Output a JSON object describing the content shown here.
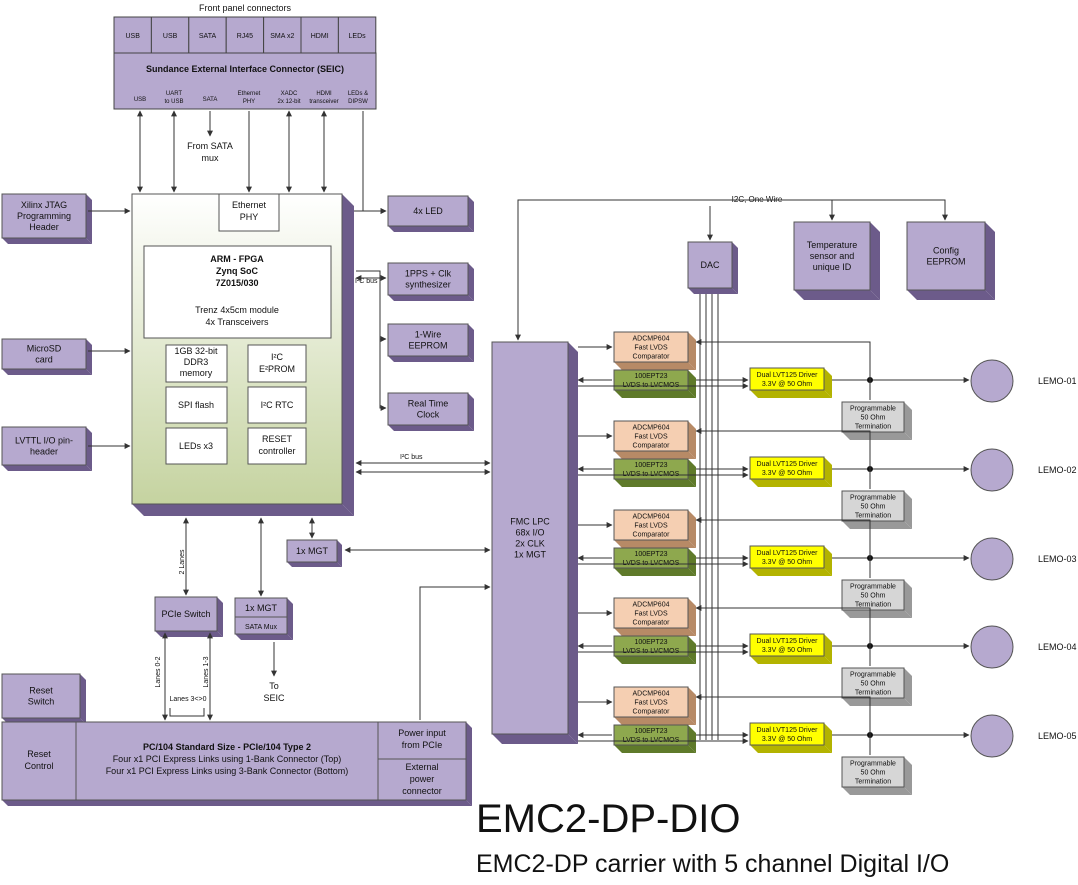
{
  "front_panel": {
    "title": "Front panel connectors",
    "connectors": [
      "USB",
      "USB",
      "SATA",
      "RJ45",
      "SMA x2",
      "HDMI",
      "LEDs"
    ]
  },
  "seic": {
    "title": "Sundance External Interface Connector (SEIC)",
    "labels": [
      [
        "USB"
      ],
      [
        "UART",
        "to USB"
      ],
      [
        "SATA"
      ],
      [
        "Ethernet",
        "PHY"
      ],
      [
        "XADC",
        "2x 12-bit"
      ],
      [
        "HDMI",
        "transceiver"
      ],
      [
        "LEDs &",
        "DIPSW"
      ]
    ],
    "from_sata": [
      "From SATA",
      "mux"
    ]
  },
  "left_blocks": [
    [
      "Xilinx JTAG",
      "Programming",
      "Header"
    ],
    [
      "MicroSD",
      "card"
    ],
    [
      "LVTTL I/O pin-",
      "header"
    ]
  ],
  "fpga": {
    "ethernet_phy": [
      "Ethernet",
      "PHY"
    ],
    "main": [
      "ARM - FPGA",
      "Zynq SoC",
      "7Z015/030"
    ],
    "module": [
      "Trenz 4x5cm module",
      "4x Transceivers"
    ],
    "ddr": [
      "1GB 32-bit",
      "DDR3",
      "memory"
    ],
    "eeprom": [
      "I²C",
      "E²PROM"
    ],
    "spi": "SPI flash",
    "rtc": "I²C RTC",
    "leds": "LEDs x3",
    "reset": [
      "RESET",
      "controller"
    ]
  },
  "right_blocks": {
    "led": "4x LED",
    "pps": [
      "1PPS + Clk",
      "synthesizer"
    ],
    "onewire": [
      "1-Wire",
      "EEPROM"
    ],
    "rtc": [
      "Real Time",
      "Clock"
    ],
    "i2c_bus": "I²C bus"
  },
  "mgt1": "1x MGT",
  "pcie_switch": "PCIe Switch",
  "mgt2": {
    "title": "1x MGT",
    "sub": "SATA Mux"
  },
  "to_seic": [
    "To",
    "SEIC"
  ],
  "lanes": {
    "two": "2 Lanes",
    "a": "Lanes 0-2",
    "b": "Lanes 1-3",
    "c": "Lanes 3<>0"
  },
  "bottom": {
    "reset_switch": [
      "Reset",
      "Switch"
    ],
    "reset_control": [
      "Reset",
      "Control"
    ],
    "pc104": [
      "PC/104 Standard Size -  PCIe/104 Type 2",
      "Four x1 PCI Express Links using 1-Bank Connector (Top)",
      "Four x1 PCI Express Links using 3-Bank Connector (Bottom)"
    ],
    "power_pcie": [
      "Power input",
      "from PCIe"
    ],
    "ext_power": [
      "External",
      "power",
      "connector"
    ]
  },
  "i2c_one_wire": "I2C, One Wire",
  "dac": "DAC",
  "temp": [
    "Temperature",
    "sensor and",
    "unique ID"
  ],
  "config": [
    "Config",
    "EEPROM"
  ],
  "fmc": [
    "FMC LPC",
    "68x I/O",
    "2x CLK",
    "1x MGT"
  ],
  "channel": {
    "comparator": [
      "ADCMP604",
      "Fast LVDS",
      "Comparator"
    ],
    "translator": [
      "100EPT23",
      "LVDS to LVCMOS"
    ],
    "driver": [
      "Dual LVT125 Driver",
      "3.3V @ 50 Ohm"
    ],
    "termination": [
      "Programmable",
      "50 Ohm",
      "Termination"
    ]
  },
  "lemo": [
    "LEMO-01",
    "LEMO-02",
    "LEMO-03",
    "LEMO-04",
    "LEMO-05"
  ],
  "title": "EMC2-DP-DIO",
  "subtitle": "EMC2-DP carrier with 5 channel Digital I/O",
  "colors": {
    "box": "#b6a9cf",
    "box_side": "#6c5b8a",
    "comparator": "#f5cfb2",
    "translator": "#8ea84e",
    "driver": "#ffff00",
    "termination": "#d6d6d6",
    "fpga_green": "#c8d4a8"
  }
}
